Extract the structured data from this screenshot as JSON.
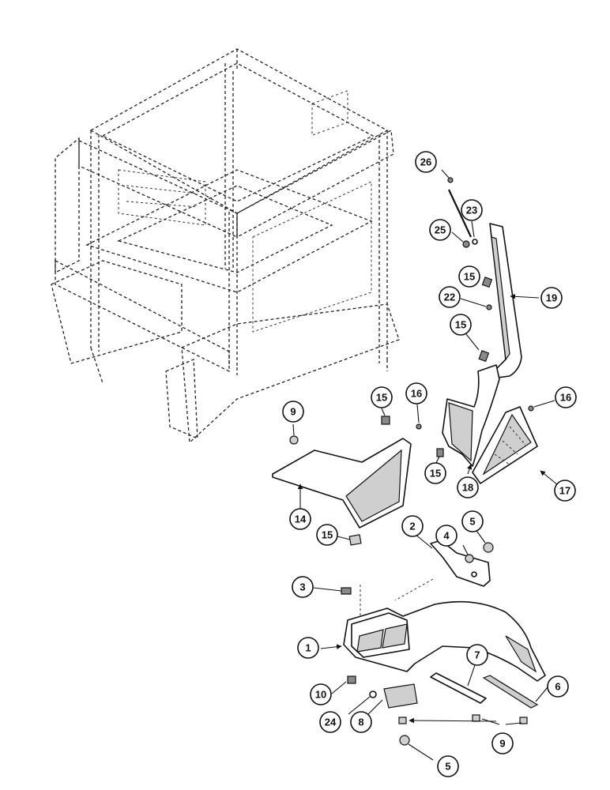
{
  "callouts": {
    "c1": "1",
    "c2": "2",
    "c3": "3",
    "c4": "4",
    "c5a": "5",
    "c5b": "5",
    "c6": "6",
    "c7": "7",
    "c8": "8",
    "c9a": "9",
    "c9b": "9",
    "c10": "10",
    "c14": "14",
    "c15a": "15",
    "c15b": "15",
    "c15c": "15",
    "c15d": "15",
    "c15e": "15",
    "c16a": "16",
    "c16b": "16",
    "c17": "17",
    "c18": "18",
    "c19": "19",
    "c22": "22",
    "c23": "23",
    "c24": "24",
    "c25": "25",
    "c26": "26"
  }
}
